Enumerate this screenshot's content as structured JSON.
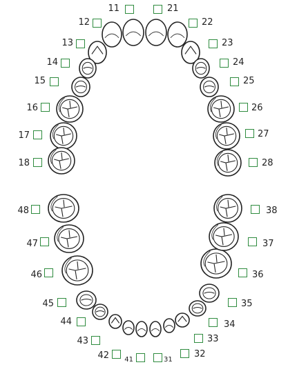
{
  "teeth": [
    {
      "num": "11",
      "checked": false
    },
    {
      "num": "12",
      "checked": false
    },
    {
      "num": "13",
      "checked": false
    },
    {
      "num": "14",
      "checked": false
    },
    {
      "num": "15",
      "checked": false
    },
    {
      "num": "16",
      "checked": false
    },
    {
      "num": "17",
      "checked": false
    },
    {
      "num": "18",
      "checked": false
    },
    {
      "num": "21",
      "checked": false
    },
    {
      "num": "22",
      "checked": false
    },
    {
      "num": "23",
      "checked": false
    },
    {
      "num": "24",
      "checked": false
    },
    {
      "num": "25",
      "checked": false
    },
    {
      "num": "26",
      "checked": false
    },
    {
      "num": "27",
      "checked": false
    },
    {
      "num": "28",
      "checked": false
    },
    {
      "num": "31",
      "checked": false
    },
    {
      "num": "32",
      "checked": false
    },
    {
      "num": "33",
      "checked": false
    },
    {
      "num": "34",
      "checked": false
    },
    {
      "num": "35",
      "checked": false
    },
    {
      "num": "36",
      "checked": false
    },
    {
      "num": "37",
      "checked": false
    },
    {
      "num": "38",
      "checked": false
    },
    {
      "num": "41",
      "checked": false
    },
    {
      "num": "42",
      "checked": false
    },
    {
      "num": "43",
      "checked": false
    },
    {
      "num": "44",
      "checked": false
    },
    {
      "num": "45",
      "checked": false
    },
    {
      "num": "46",
      "checked": false
    },
    {
      "num": "47",
      "checked": false
    },
    {
      "num": "48",
      "checked": false
    }
  ],
  "colors": {
    "checkbox": "#2e8b3e",
    "outline": "#222222",
    "text": "#222222"
  }
}
